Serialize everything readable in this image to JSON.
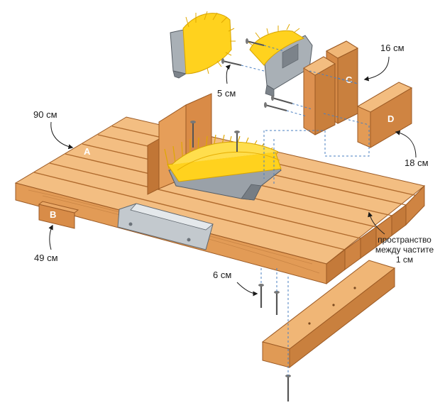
{
  "labels": {
    "len_90": "90 см",
    "len_16": "16 см",
    "len_5": "5 см",
    "len_18": "18 см",
    "len_49": "49 см",
    "len_6": "6 см",
    "gap_line1": "пространство",
    "gap_line2": "между частите",
    "gap_line3": "1 см"
  },
  "parts": {
    "a": "A",
    "b": "B",
    "c": "C",
    "d": "D"
  },
  "colors": {
    "wood_top": "#f2b878",
    "wood_front": "#e09a55",
    "wood_side": "#c97a3a",
    "wood_dark": "#a8602a",
    "bristle": "#ffd21e",
    "metal": "#9aa1a8",
    "guide": "#4a7fc1"
  }
}
